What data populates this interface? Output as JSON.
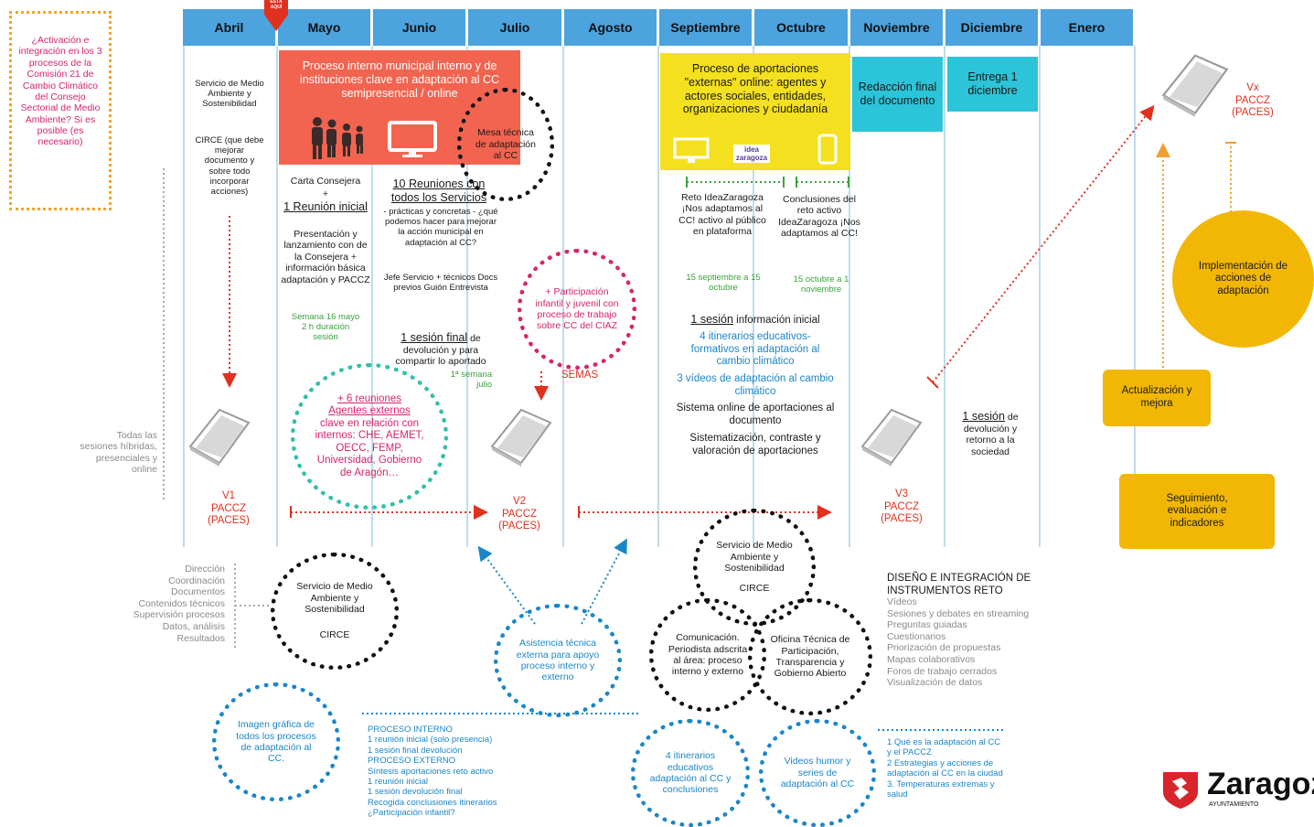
{
  "months": [
    "Abril",
    "Mayo",
    "Junio",
    "Julio",
    "Agosto",
    "Septiembre",
    "Octubre",
    "Noviembre",
    "Diciembre",
    "Enero"
  ],
  "marker": {
    "label": "ESTÁ\nAQUÍ",
    "text_lines": [
      "ESTÁ",
      "AQUÍ"
    ]
  },
  "note_left": "¿Activación e integración en los 3 procesos de la Comisión 21 de Cambio Climático del Consejo Sectorial de Medio Ambiente? Si es posible (es necesario)",
  "abril": {
    "servicio": "Servicio de Medio Ambiente y Sostenibilidad",
    "circe": "CIRCE (que debe mejorar documento y sobre todo incorporar acciones)",
    "v1": [
      "V1",
      "PACCZ",
      "(PACES)"
    ]
  },
  "proceso_interno": {
    "title": "Proceso interno municipal interno y de instituciones clave en adaptación al CC semipresencial / online"
  },
  "mesa": "Mesa técnica de adaptación al CC",
  "carta": {
    "line1": "Carta Consejera",
    "plus": "+",
    "reunion": "1 Reunión inicial",
    "desc": "Presentación y lanzamiento con de la Consejera + información básica adaptación y PACCZ",
    "semana": "Semana 16 mayo 2 h duración sesión"
  },
  "reuniones": {
    "title": "10 Reuniones con todos los Servicios",
    "desc": "- prácticas y concretas - ¿qué podemos hacer para mejorar la acción municipal en adaptación al CC?",
    "jefe": "Jefe Servicio + técnicos Docs previos Guión Entrevista",
    "sesion_u": "1 sesión final",
    "sesion_rest": " de devolución y para compartir lo aportado",
    "semana": "1ª semana julio"
  },
  "agentes": {
    "plus": "+ 6 reuniones",
    "title": "Agentes externos",
    "desc": "clave en relación con internos: CHE, AEMET, OECC, FEMP, Universidad, Gobierno de Aragón…"
  },
  "participacion": {
    "text": "+ Participación infantil y juvenil con proceso de trabajo sobre CC del CIAZ",
    "semas": "SEMAS"
  },
  "v2": [
    "V2",
    "PACCZ",
    "(PACES)"
  ],
  "externas": {
    "title": "Proceso de aportaciones \"externas\" online: agentes y actores sociales, entidades, organizaciones y ciudadanía",
    "logo": "idea zaragoza"
  },
  "reto": {
    "text": "Reto IdeaZaragoza ¡Nos adaptamos al CC! activo al público en plataforma",
    "dates": "15 septiembre a 15 octubre"
  },
  "conclusiones": {
    "text": "Conclusiones del reto activo IdeaZaragoza ¡Nos adaptamos al CC!",
    "dates": "15 octubre a 1 noviembre"
  },
  "sep_info": {
    "sesion_u": "1 sesión",
    "sesion_rest": " información inicial",
    "itinerarios": "4 itinerarios educativos-formativos en adaptación al cambio climático",
    "videos": "3 vídeos de adaptación al cambio climático",
    "sistema": "Sistema online de aportaciones al documento",
    "sistematizacion": "Sistematización, contraste y valoración de aportaciones"
  },
  "redaccion": "Redacción final del documento",
  "entrega": "Entrega 1 diciembre",
  "v3": [
    "V3",
    "PACCZ",
    "(PACES)"
  ],
  "dic_sesion": {
    "u": "1 sesión",
    "rest": " de devolución y retorno a la sociedad"
  },
  "vx": [
    "Vx",
    "PACCZ",
    "(PACES)"
  ],
  "implementacion": "Implementación de acciones de adaptación",
  "actualizacion": "Actualización y mejora",
  "seguimiento": "Seguimiento, evaluación e indicadores",
  "todas": "Todas las sesiones híbridas, presenciales y online",
  "roles": [
    "Dirección",
    "Coordinación",
    "Documentos",
    "Contenidos técnicos",
    "Supervisión procesos",
    "Datos, análisis",
    "Resultados"
  ],
  "svc_circle": {
    "name": "Servicio de Medio Ambiente y Sostenibilidad",
    "circe": "CIRCE"
  },
  "asistencia": "Asistencia técnica externa para apoyo proceso interno y externo",
  "imagen": "Imagen gráfica de todos los procesos de adaptación al CC.",
  "proceso_list": [
    "PROCESO INTERNO",
    "1 reunión inicial (solo presencia)",
    "1 sesión final devolución",
    "PROCESO EXTERNO",
    "Síntesis aportaciones reto activo",
    "1 reunión inicial",
    "1 sesión devolución final",
    "Recogida conclusiones itinerarios",
    "¿Participación infantil?"
  ],
  "svc2": {
    "name": "Servicio de Medio Ambiente y Sostenibilidad",
    "circe": "CIRCE"
  },
  "comunicacion": "Comunicación. Periodista adscrita al área: proceso interno y externo",
  "oficina": "Oficina Técnica de Participación, Transparencia y Gobierno Abierto",
  "itin_circle": "4 itinerarios educativos adaptación al CC y conclusiones",
  "videos_circle": "Videos humor y series de adaptación al CC",
  "videos_list": [
    "1 Qué es la adaptación al CC y el PACCZ",
    "2 Estrategias y acciones de adaptación al CC en la ciudad",
    "3. Temperaturas extremas y salud"
  ],
  "diseno": {
    "title": "DISEÑO E INTEGRACIÓN DE INSTRUMENTOS RETO",
    "items": [
      "Vídeos",
      "Sesiones y debates en streaming",
      "Preguntas guiadas",
      "Cuestionarios",
      "Priorización de propuestas",
      "Mapas colaborativos",
      "Foros de trabajo cerrados",
      "Visualización de datos"
    ]
  },
  "logo": {
    "name": "Zaragoza",
    "sub": "AYUNTAMIENTO"
  },
  "colors": {
    "month_bar": "#4da3dd",
    "interno": "#f26450",
    "externas": "#f4e01e",
    "cyan": "#2cc4d8",
    "gold": "#f2b705",
    "red": "#e0301e",
    "blue": "#1a86c9",
    "pink": "#d6246e",
    "green": "#3aa33a",
    "orange": "#f0a030"
  }
}
